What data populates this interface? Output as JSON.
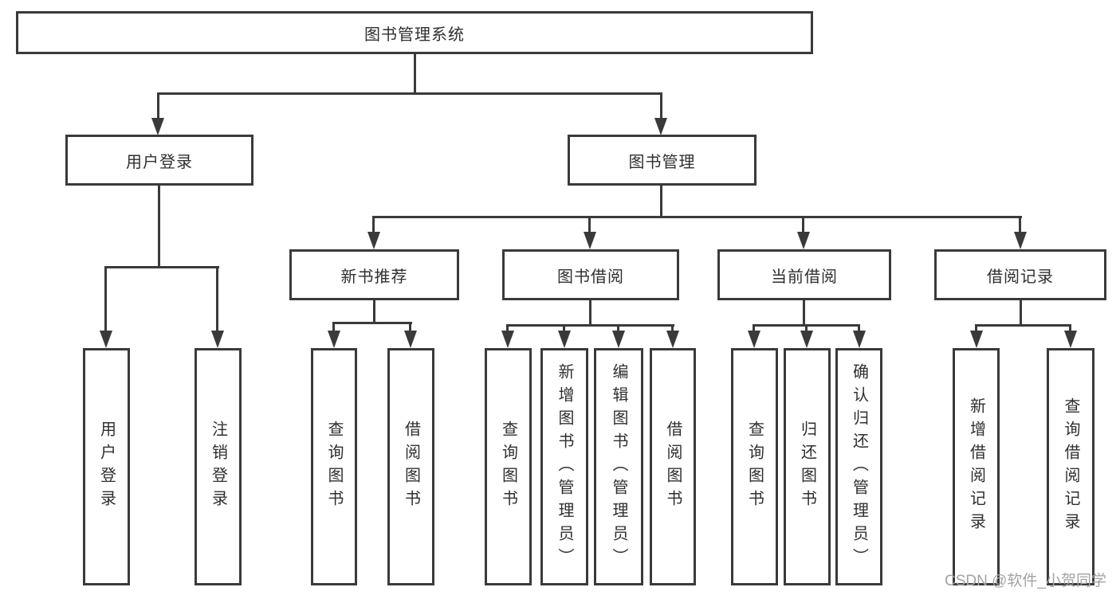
{
  "diagram": {
    "root": {
      "label": "图书管理系统"
    },
    "branches": [
      {
        "label": "用户登录",
        "children": [
          {
            "label": "用户登录"
          },
          {
            "label": "注销登录"
          }
        ]
      },
      {
        "label": "图书管理",
        "children": [
          {
            "label": "新书推荐",
            "children": [
              {
                "label": "查询图书"
              },
              {
                "label": "借阅图书"
              }
            ]
          },
          {
            "label": "图书借阅",
            "children": [
              {
                "label": "查询图书"
              },
              {
                "label": "新增图书（管理员）"
              },
              {
                "label": "编辑图书（管理员）"
              },
              {
                "label": "借阅图书"
              }
            ]
          },
          {
            "label": "当前借阅",
            "children": [
              {
                "label": "查询图书"
              },
              {
                "label": "归还图书"
              },
              {
                "label": "确认归还（管理员）"
              }
            ]
          },
          {
            "label": "借阅记录",
            "children": [
              {
                "label": "新增借阅记录"
              },
              {
                "label": "查询借阅记录"
              }
            ]
          }
        ]
      }
    ]
  },
  "watermark": {
    "text": "CSDN @软件_小贺同学"
  },
  "colors": {
    "line": "#3a3a3a",
    "text": "#2f2f2f",
    "watermark": "#a3a3a3",
    "background": "#ffffff"
  }
}
